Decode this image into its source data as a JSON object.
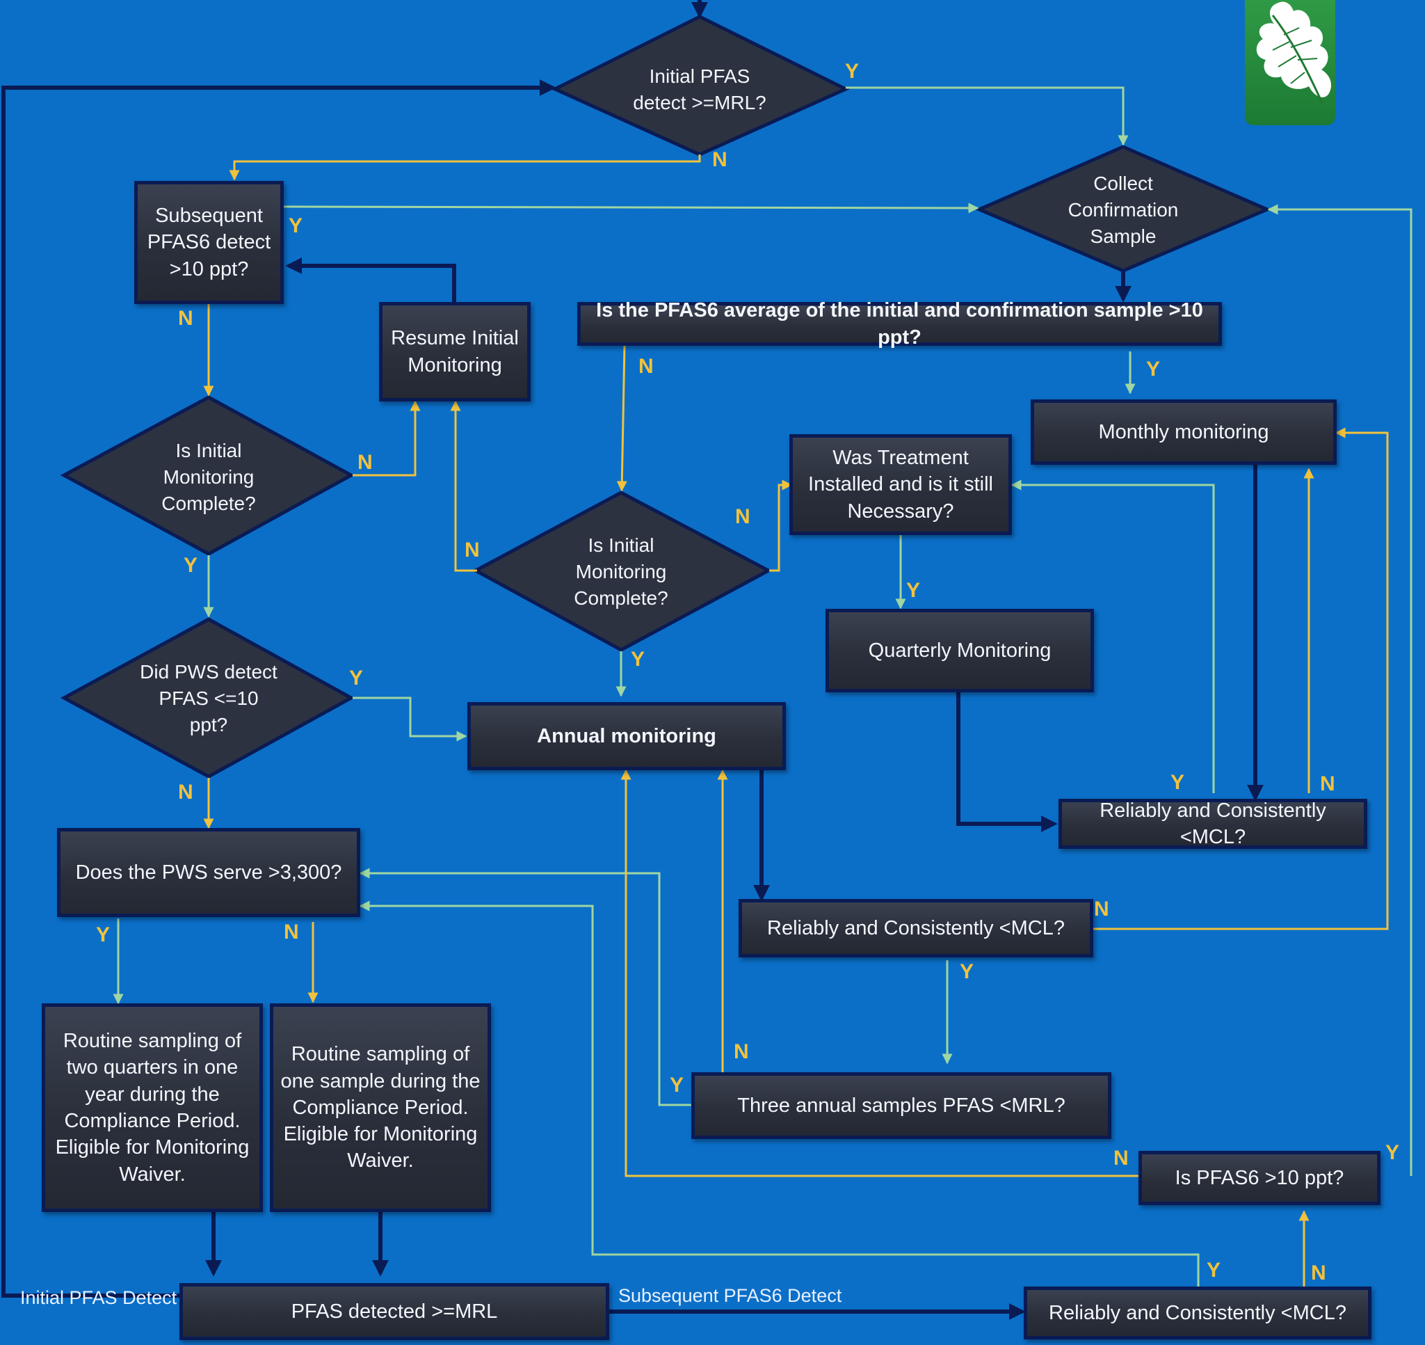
{
  "diagram": {
    "decisions": {
      "initial_detect": "Initial PFAS detect >=MRL?",
      "collect_confirmation": "Collect Confirmation Sample",
      "initial_monitoring_complete_left": "Is Initial Monitoring Complete?",
      "did_pws_detect": "Did PWS detect PFAS <=10 ppt?",
      "initial_monitoring_complete_mid": "Is Initial Monitoring Complete?"
    },
    "boxes": {
      "subsequent_detect": "Subsequent PFAS6 detect >10 ppt?",
      "resume_initial": "Resume Initial Monitoring",
      "average_question": "Is the PFAS6 average of the initial and confirmation sample >10 ppt?",
      "monthly": "Monthly monitoring",
      "treatment": "Was Treatment Installed and is it still Necessary?",
      "quarterly": "Quarterly Monitoring",
      "annual": "Annual monitoring",
      "reliably_right": "Reliably and Consistently <MCL?",
      "serve_3300": "Does the PWS serve >3,300?",
      "reliably_mid": "Reliably and Consistently <MCL?",
      "routine_two_quarters": "Routine sampling of two quarters in one year during the Compliance Period. Eligible for Monitoring Waiver.",
      "routine_one_sample": "Routine sampling of one sample during the Compliance Period. Eligible for Monitoring Waiver.",
      "three_annual": "Three annual samples PFAS <MRL?",
      "pfas6_10": "Is PFAS6 >10 ppt?",
      "pfas_detected": "PFAS detected >=MRL",
      "reliably_bottom": "Reliably and Consistently <MCL?"
    },
    "annotations": {
      "initial_pfas_detect": "Initial PFAS Detect",
      "subsequent_pfas6_detect": "Subsequent PFAS6 Detect"
    },
    "branch_labels": {
      "yes": "Y",
      "no": "N"
    },
    "colors": {
      "background": "#0b6fc8",
      "box_fill": "#2a2f3b",
      "box_border": "#0a1b54",
      "yes_line": "#9fd6a2",
      "no_line": "#f2c23c",
      "main_line": "#0a1b54",
      "label": "#f2c23c"
    },
    "logo": "oak-leaf-icon"
  }
}
